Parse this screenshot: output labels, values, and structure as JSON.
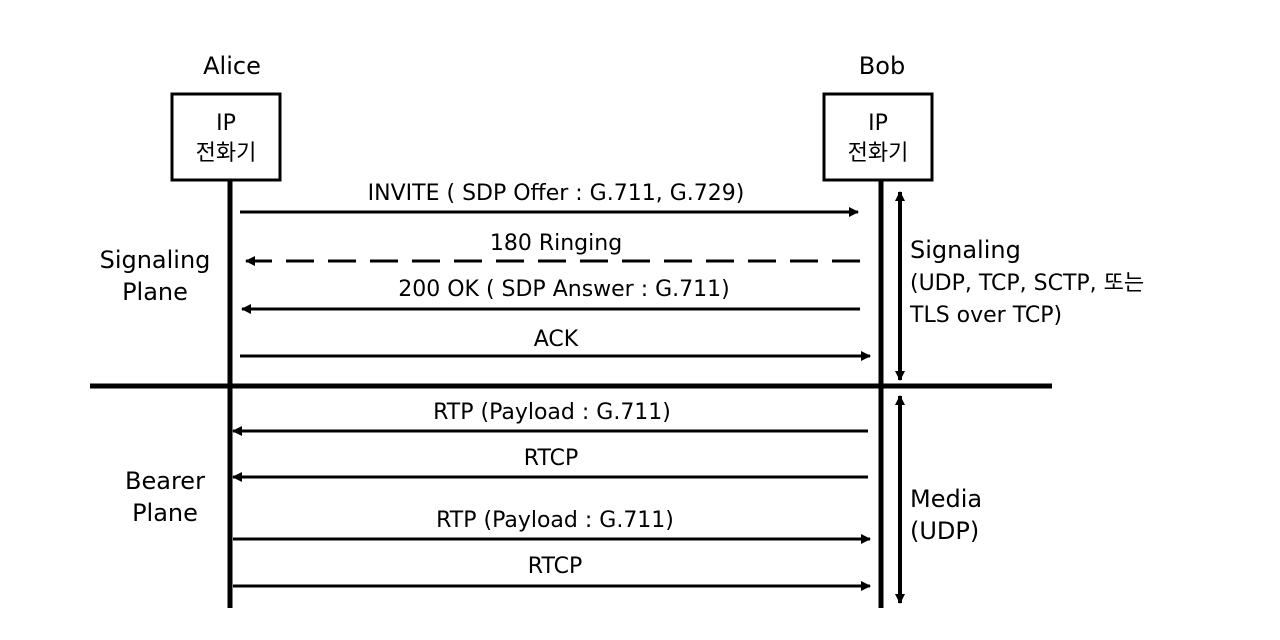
{
  "participants": {
    "alice": {
      "name": "Alice",
      "device_line1": "IP",
      "device_line2": "전화기"
    },
    "bob": {
      "name": "Bob",
      "device_line1": "IP",
      "device_line2": "전화기"
    }
  },
  "planes": {
    "signaling": {
      "line1": "Signaling",
      "line2": "Plane"
    },
    "bearer": {
      "line1": "Bearer",
      "line2": "Plane"
    }
  },
  "messages": [
    {
      "label": "INVITE ( SDP Offer : G.711, G.729)",
      "direction": "to-bob",
      "style": "solid"
    },
    {
      "label": "180 Ringing",
      "direction": "to-alice",
      "style": "dashed"
    },
    {
      "label": "200 OK ( SDP Answer : G.711)",
      "direction": "to-alice",
      "style": "solid"
    },
    {
      "label": "ACK",
      "direction": "to-bob",
      "style": "solid"
    },
    {
      "label": "RTP (Payload : G.711)",
      "direction": "to-alice",
      "style": "solid"
    },
    {
      "label": "RTCP",
      "direction": "to-alice",
      "style": "solid"
    },
    {
      "label": "RTP  (Payload : G.711)",
      "direction": "to-bob",
      "style": "solid"
    },
    {
      "label": "RTCP",
      "direction": "to-bob",
      "style": "solid"
    }
  ],
  "side_labels": {
    "signaling": {
      "line1": "Signaling",
      "line2": "(UDP, TCP, SCTP, 또는",
      "line3": "TLS over TCP)"
    },
    "media": {
      "line1": "Media",
      "line2": "(UDP)"
    }
  }
}
